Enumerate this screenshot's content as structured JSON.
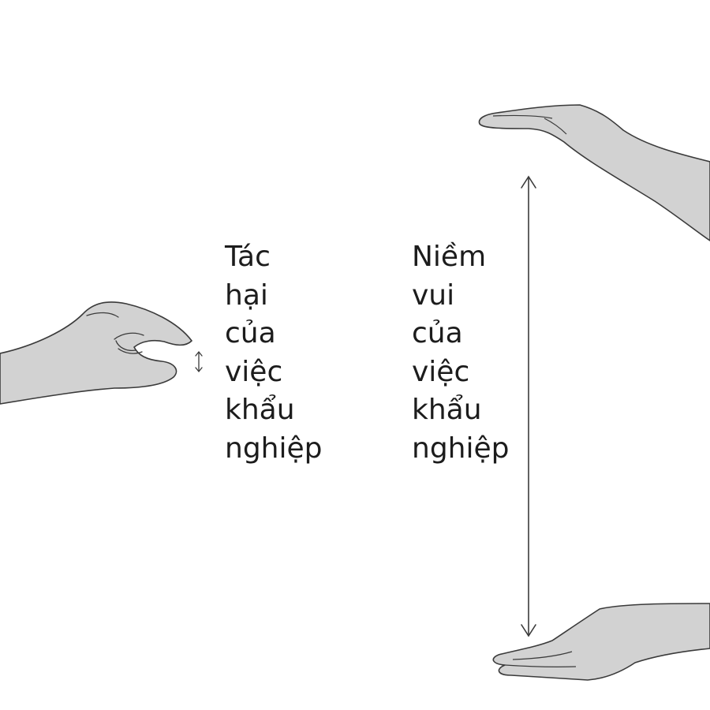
{
  "left_caption": {
    "words": [
      "Tác",
      "hại",
      "của",
      "việc",
      "khẩu",
      "nghiệp"
    ]
  },
  "right_caption": {
    "words": [
      "Niềm",
      "vui",
      "của",
      "việc",
      "khẩu",
      "nghiệp"
    ]
  },
  "colors": {
    "background": "#ffffff",
    "hand_fill": "#d2d2d2",
    "outline": "#3a3a3a",
    "text": "#1c1c1c"
  },
  "illustration": {
    "left": "pinching-hand-small-gap",
    "right": "two-hands-wide-gap"
  }
}
